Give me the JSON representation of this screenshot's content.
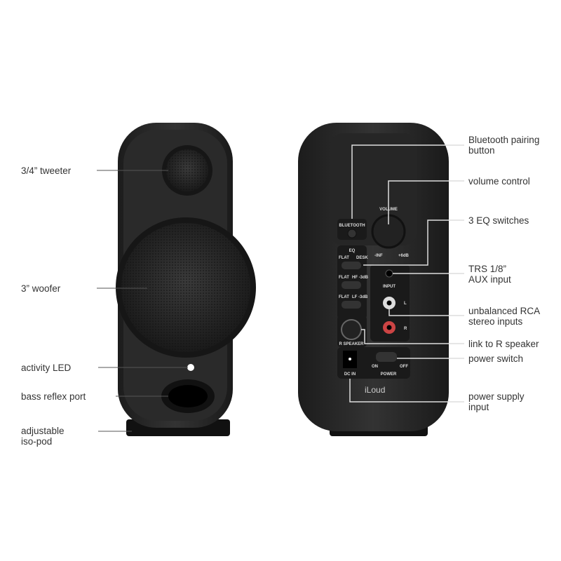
{
  "left_labels": {
    "tweeter": "3/4” tweeter",
    "woofer": "3” woofer",
    "led": "activity LED",
    "port": "bass reflex port",
    "isopod_1": "adjustable",
    "isopod_2": "iso-pod"
  },
  "right_labels": {
    "bt_1": "Bluetooth pairing",
    "bt_2": "button",
    "volume": "volume control",
    "eq": "3 EQ switches",
    "trs_1": "TRS 1/8”",
    "trs_2": "AUX input",
    "rca_1": "unbalanced RCA",
    "rca_2": "stereo inputs",
    "link": "link to R speaker",
    "power": "power switch",
    "psu_1": "power supply",
    "psu_2": "input"
  },
  "panel": {
    "bluetooth": "BLUETOOTH",
    "volume": "VOLUME",
    "vol_min": "-INF",
    "vol_max": "+6dB",
    "eq": "EQ",
    "flat": "FLAT",
    "desk": "DESK",
    "hf": "HF -3dB",
    "lf": "LF -3dB",
    "input": "INPUT",
    "l": "L",
    "r": "R",
    "r_speaker": "R SPEAKER",
    "dc_in": "DC IN",
    "on": "ON",
    "off": "OFF",
    "power": "POWER",
    "brand": "iLoud"
  }
}
